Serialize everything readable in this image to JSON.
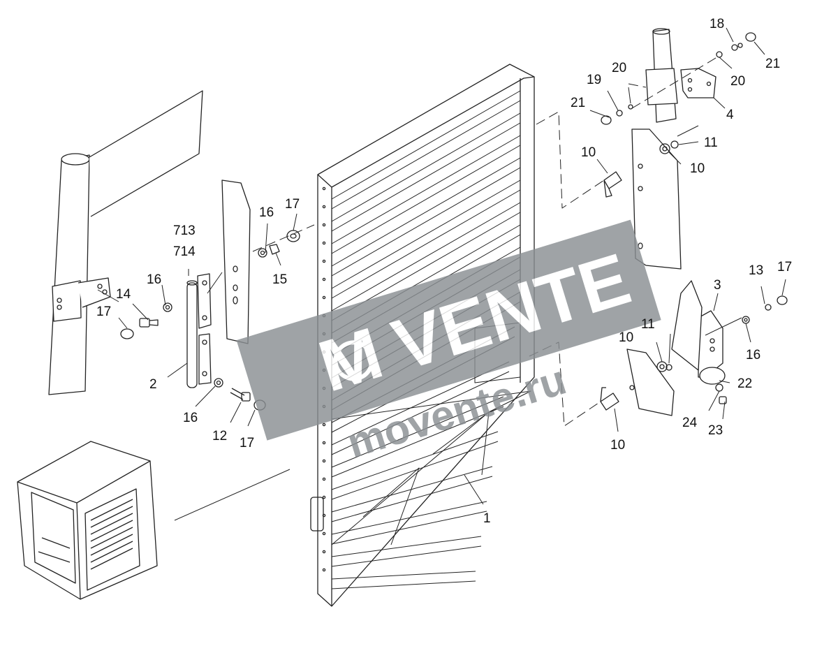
{
  "watermark": {
    "brand_text": "VENTE",
    "url_text": "movente.ru",
    "color": "#8a8f93"
  },
  "colors": {
    "line": "#222222",
    "panel": "#ffffff",
    "watermark": "#8a8f93"
  },
  "callouts": {
    "c1": "1",
    "c2": "2",
    "c3": "3",
    "c4": "4",
    "c10a": "10",
    "c10b": "10",
    "c10c": "10",
    "c10d": "10",
    "c11a": "11",
    "c11b": "11",
    "c12": "12",
    "c13": "13",
    "c14": "14",
    "c15": "15",
    "c16a": "16",
    "c16b": "16",
    "c16c": "16",
    "c16d": "16",
    "c17a": "17",
    "c17b": "17",
    "c17c": "17",
    "c17d": "17",
    "c18": "18",
    "c19": "19",
    "c20a": "20",
    "c20b": "20",
    "c21a": "21",
    "c21b": "21",
    "c22": "22",
    "c23": "23",
    "c24": "24",
    "c713": "713",
    "c714": "714"
  }
}
